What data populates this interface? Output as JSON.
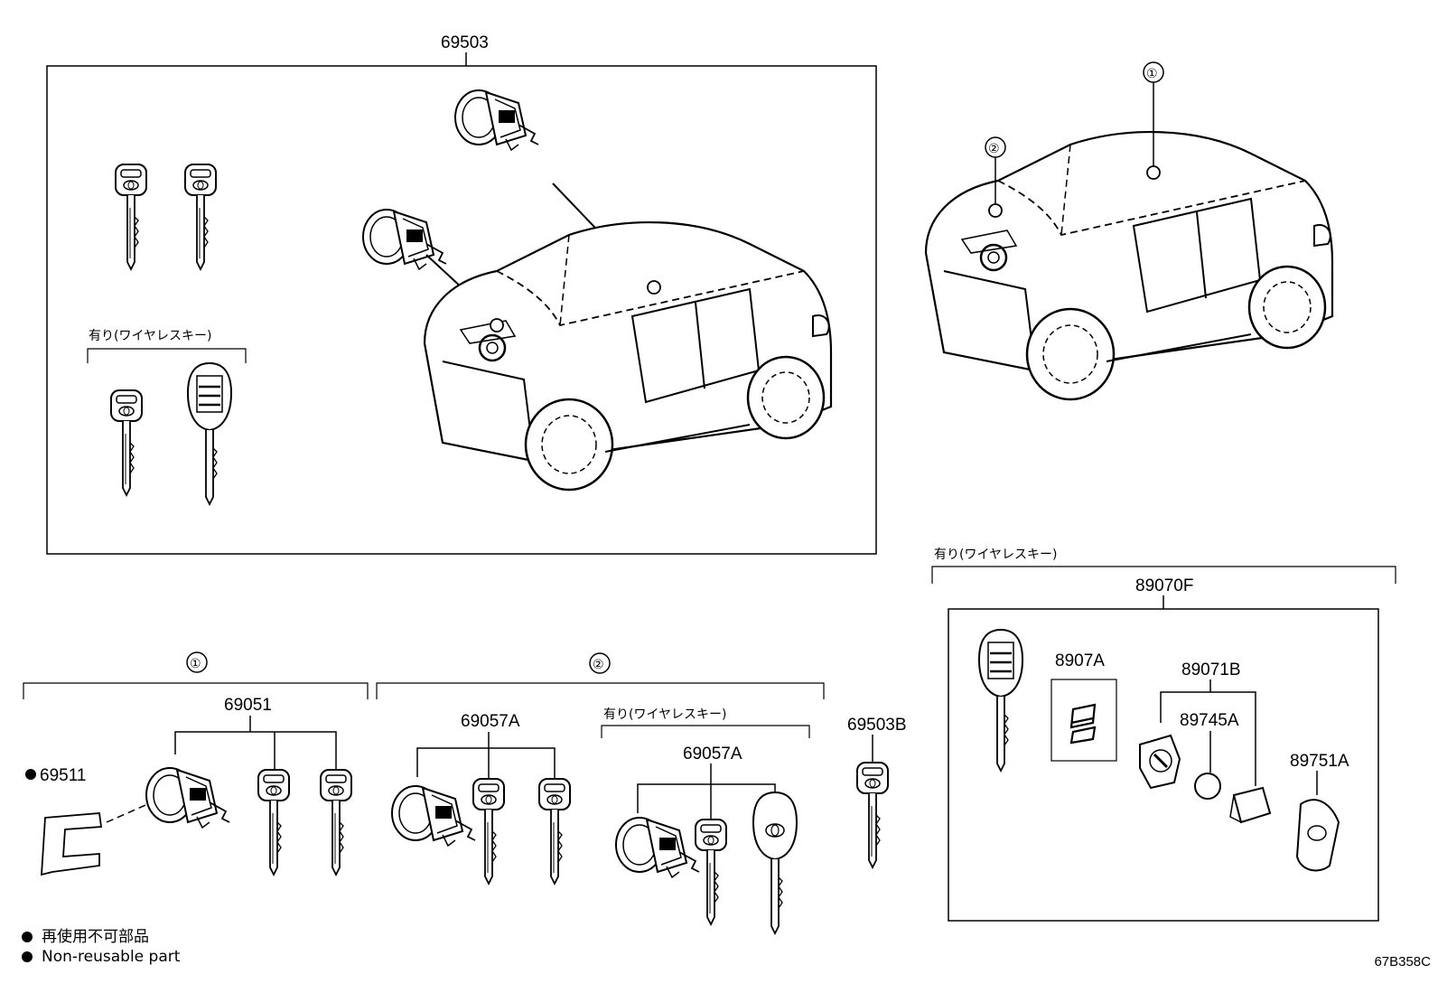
{
  "parts": {
    "p69503": "69503",
    "p69051": "69051",
    "p69057A_1": "69057A",
    "p69057A_2": "69057A",
    "p69503B": "69503B",
    "p69511": "69511",
    "p89070F": "89070F",
    "p8907A": "8907A",
    "p89071B": "89071B",
    "p89745A": "89745A",
    "p89751A": "89751A"
  },
  "groups": {
    "wireless_note": "有り(ワイヤレスキー)",
    "group1_marker": "①",
    "group2_marker": "②"
  },
  "legend": {
    "line1": "再使用不可部品",
    "line2": "Non-reusable part"
  },
  "figure_code": "67B358C"
}
